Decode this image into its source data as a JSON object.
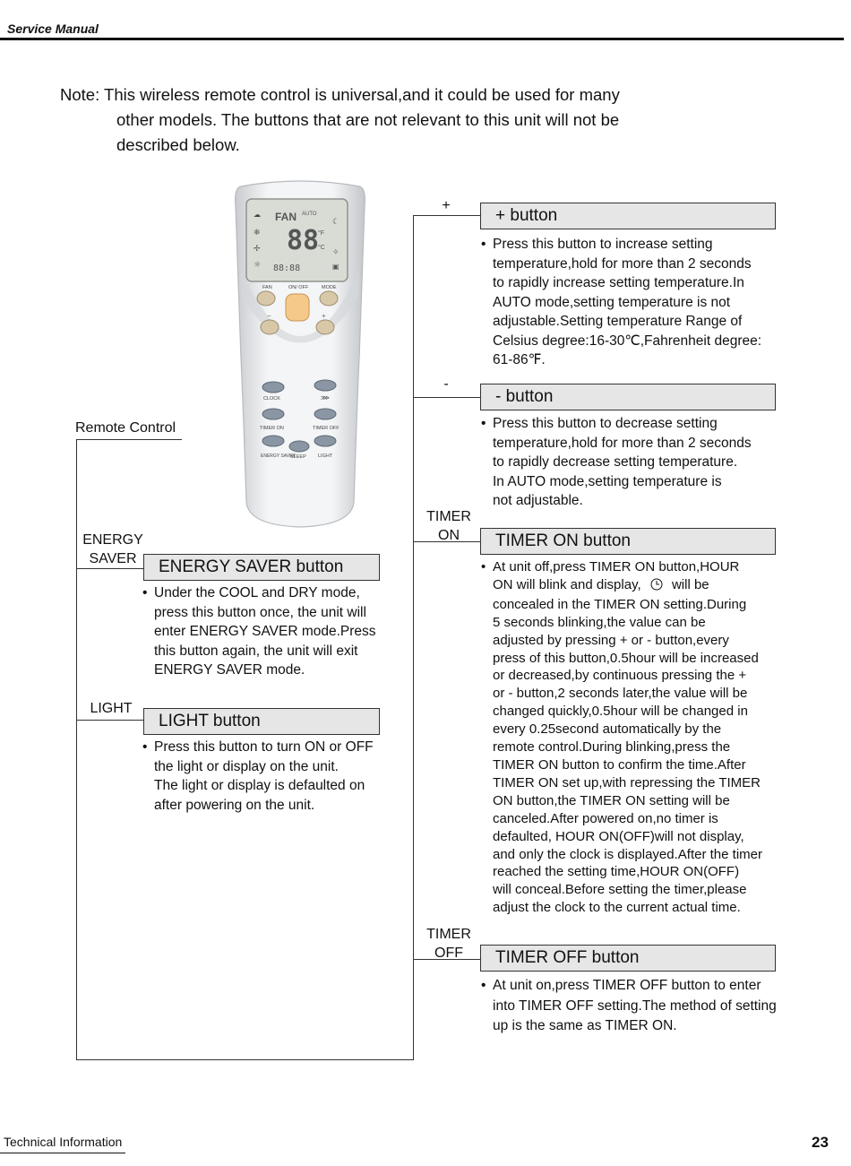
{
  "header": {
    "title": "Service Manual"
  },
  "note": {
    "line1": "Note: This wireless remote control is universal,and it could be used for many",
    "line2": "other models. The buttons that are not relevant to this unit will not be",
    "line3": "described below."
  },
  "remote": {
    "caption": "Remote Control",
    "lcd": {
      "fan": "FAN",
      "auto": "AUTO",
      "digits": "88",
      "unit_f": "°F",
      "unit_c": "°C",
      "clock": "88:88"
    },
    "keys": {
      "fan": "FAN",
      "onoff": "ON/ OFF",
      "mode": "MODE",
      "minus": "−",
      "plus": "+",
      "clock": "CLOCK",
      "timer_on": "TIMER ON",
      "timer_off": "TIMER OFF",
      "energy": "ENERGY SAVER",
      "sleep": "SLEEP",
      "light": "LIGHT"
    }
  },
  "left_labels": {
    "energy_saver": [
      "ENERGY",
      "SAVER"
    ],
    "light": "LIGHT"
  },
  "right_labels": {
    "plus": "+",
    "minus": "-",
    "timer_on": [
      "TIMER",
      "ON"
    ],
    "timer_off": [
      "TIMER",
      "OFF"
    ]
  },
  "sections": {
    "plus": {
      "title": "+ button",
      "lines": [
        "Press this button to increase setting",
        "temperature,hold for more than 2 seconds",
        "to rapidly increase setting temperature.In",
        "AUTO mode,setting temperature is not",
        "adjustable.Setting temperature Range of",
        "Celsius degree:16-30℃,Fahrenheit degree:",
        "61-86℉."
      ]
    },
    "minus": {
      "title": "- button",
      "lines": [
        "Press this button to decrease setting",
        "temperature,hold for more than 2 seconds",
        "to rapidly decrease setting temperature.",
        "In AUTO mode,setting temperature is",
        "not adjustable."
      ]
    },
    "timer_on": {
      "title": "TIMER ON button",
      "line1a": "At unit off,press TIMER ON button,HOUR",
      "line2a": "ON will blink and display,",
      "line2b": "will be",
      "lines": [
        "concealed in the TIMER ON setting.During",
        "5 seconds blinking,the value can be",
        "adjusted by pressing + or - button,every",
        "press of this button,0.5hour will be increased",
        "or decreased,by continuous pressing the +",
        "or - button,2 seconds later,the value will be",
        "changed quickly,0.5hour will be changed in",
        "every 0.25second automatically by the",
        "remote control.During blinking,press the",
        "TIMER ON button to confirm the time.After",
        "TIMER ON set up,with repressing the TIMER",
        "ON button,the TIMER ON setting will be",
        "canceled.After powered on,no timer is",
        "defaulted, HOUR ON(OFF)will not display,",
        "and only the clock is displayed.After the timer",
        "reached the setting time,HOUR ON(OFF)",
        "will conceal.Before setting the timer,please",
        "adjust the clock to the current actual time."
      ]
    },
    "timer_off": {
      "title": "TIMER OFF button",
      "lines": [
        "At unit on,press TIMER OFF button to enter",
        "into TIMER OFF setting.The method of setting",
        "up is the same as TIMER ON."
      ]
    },
    "energy_saver": {
      "title": "ENERGY SAVER button",
      "lines": [
        "Under the COOL and DRY mode,",
        "press this button once, the unit will",
        "enter ENERGY SAVER mode.Press",
        "this button again, the unit will exit",
        "ENERGY SAVER mode."
      ]
    },
    "light": {
      "title": "LIGHT button",
      "lines": [
        "Press this button to turn ON or OFF",
        "the light or display on the unit.",
        "The light or display is defaulted on",
        "after powering on the unit."
      ]
    }
  },
  "footer": {
    "left": "Technical Information",
    "page": "23"
  }
}
